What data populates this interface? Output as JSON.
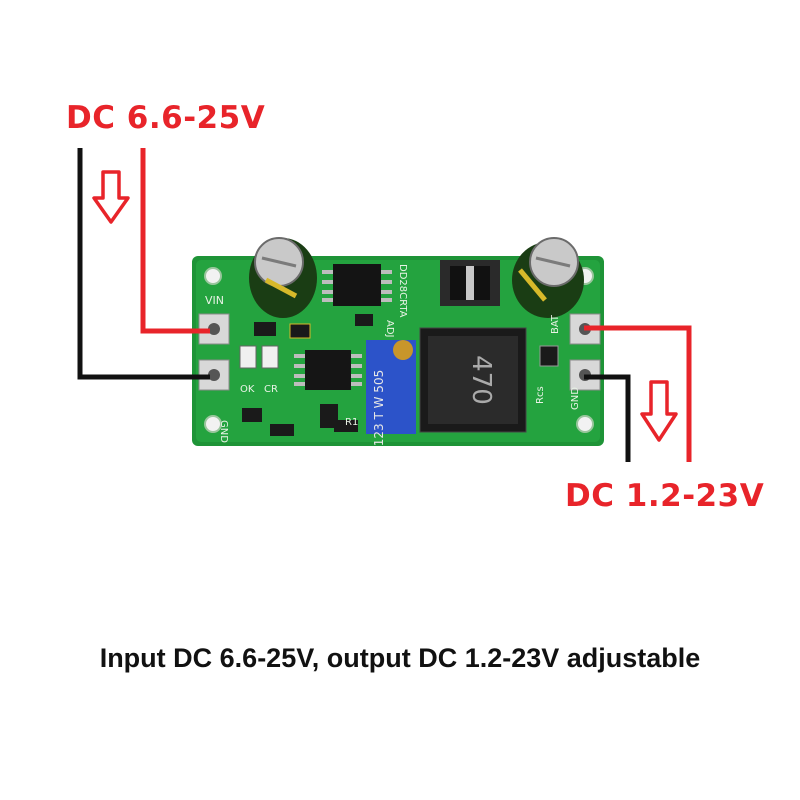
{
  "labels": {
    "input": "DC 6.6-25V",
    "output": "DC 1.2-23V",
    "caption": "Input DC 6.6-25V, output DC 1.2-23V adjustable"
  },
  "board": {
    "model_marking": "DD28CRTA",
    "pin_labels": {
      "vin": "VIN",
      "gnd_left": "GND",
      "bat": "BAT",
      "gnd_right": "GND",
      "adj": "ADJ",
      "rcs": "Rcs",
      "ok": "OK",
      "cr": "CR",
      "r1": "R1"
    },
    "inductor_marking": "470",
    "potentiometer_marking": "123 T W 505"
  },
  "colors": {
    "wire_red": "#e8242a",
    "wire_black": "#111111",
    "pcb_green": "#1f9a3a",
    "text_red": "#e8242a"
  },
  "icons": [
    "down-arrow-icon",
    "down-arrow-icon"
  ]
}
